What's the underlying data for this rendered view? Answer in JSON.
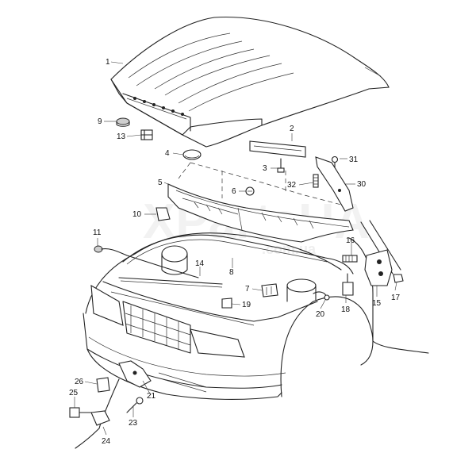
{
  "watermark": {
    "main": "XPartsUA",
    "sub": ".com.ua"
  },
  "callouts": [
    {
      "label": "1"
    },
    {
      "label": "2"
    },
    {
      "label": "3"
    },
    {
      "label": "4"
    },
    {
      "label": "5"
    },
    {
      "label": "6"
    },
    {
      "label": "7"
    },
    {
      "label": "8"
    },
    {
      "label": "9"
    },
    {
      "label": "10"
    },
    {
      "label": "11"
    },
    {
      "label": "13"
    },
    {
      "label": "14"
    },
    {
      "label": "15"
    },
    {
      "label": "16"
    },
    {
      "label": "17"
    },
    {
      "label": "18"
    },
    {
      "label": "19"
    },
    {
      "label": "20"
    },
    {
      "label": "21"
    },
    {
      "label": "23"
    },
    {
      "label": "24"
    },
    {
      "label": "25"
    },
    {
      "label": "26"
    },
    {
      "label": "30"
    },
    {
      "label": "31"
    },
    {
      "label": "32"
    }
  ]
}
